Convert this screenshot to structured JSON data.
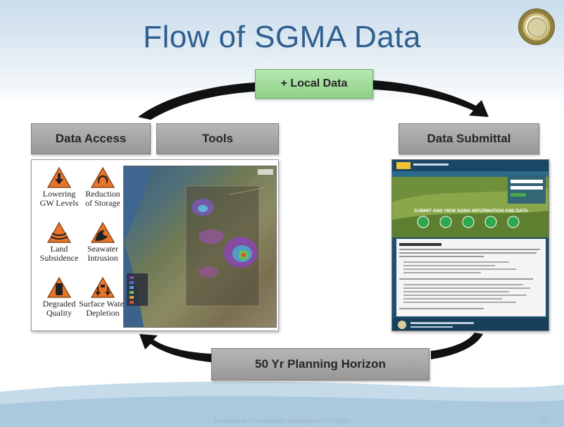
{
  "title": "Flow of SGMA Data",
  "boxes": {
    "local_data": "+ Local Data",
    "data_access": "Data Access",
    "tools": "Tools",
    "data_submittal": "Data Submittal",
    "planning_horizon": "50 Yr Planning Horizon"
  },
  "icons": [
    {
      "name": "lowering-gw-levels-icon",
      "label": "Lowering\nGW Levels"
    },
    {
      "name": "reduction-of-storage-icon",
      "label": "Reduction\nof Storage"
    },
    {
      "name": "land-subsidence-icon",
      "label": "Land\nSubsidence"
    },
    {
      "name": "seawater-intrusion-icon",
      "label": "Seawater\nIntrusion"
    },
    {
      "name": "degraded-quality-icon",
      "label": "Degraded\nQuality"
    },
    {
      "name": "surface-water-depletion-icon",
      "label": "Surface Water\nDepletion"
    }
  ],
  "portal_banner": "SUBMIT AND VIEW SGMA INFORMATION AND DATA",
  "footer": "Sustainable Groundwater Management Program",
  "page_number": "23",
  "colors": {
    "title": "#2f5f8f",
    "green_box": "#9fdc98",
    "gray_box": "#a7a7a7",
    "warning_orange": "#e8742a"
  }
}
